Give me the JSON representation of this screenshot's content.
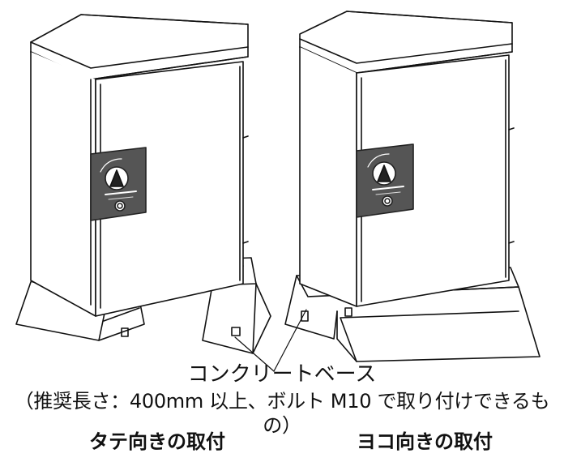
{
  "callout": {
    "title": "コンクリートベース",
    "note": "（推奨長さ：400mm 以上、ボルト M10 で取り付けできるもの）"
  },
  "labels": {
    "vertical": "タテ向きの取付",
    "horizontal": "ヨコ向きの取付"
  }
}
